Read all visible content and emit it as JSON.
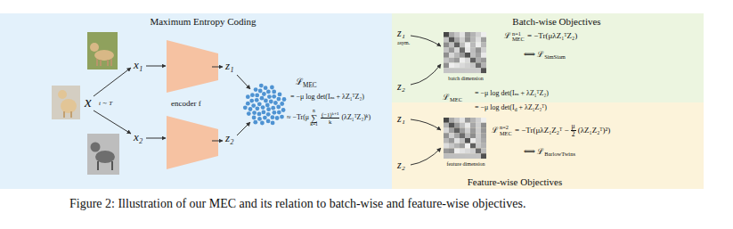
{
  "diagram": {
    "caption": "Figure 2: Illustration of our MEC and its relation to batch-wise and feature-wise objectives.",
    "nodes": [
      {
        "text": [
          "Maximum Entropy Coding"
        ]
      },
      {
        "text": [
          "Batch-wise Objectives"
        ]
      },
      {
        "text": [
          "Feature-wise Objectives"
        ]
      }
    ],
    "labels": [
      "x",
      "t ∼ T",
      "x₁",
      "x₂",
      "encoder f",
      "z₁",
      "z₂",
      "ℒ",
      "MEC",
      "= −μ log det(Iₘ + λZ₁ᵀZ₂)",
      "≈ −Tr(μ",
      "n",
      "∑",
      "k=1",
      "(−1)ᵏ⁺¹",
      "k",
      "(λZ₁ᵀZ₂)ᵏ)",
      "z₁",
      "asym.",
      "z₂",
      "batch dimension",
      "ℒ",
      "n=1",
      "MEC",
      "= −Tr(μλZ₁ᵀZ₂)",
      "⟺",
      "ℒ",
      "SimSiam",
      "ℒ",
      "MEC",
      "= −μ log det(Iₘ + λZ₁ᵀZ₂)",
      "= −μ log det(I",
      "d",
      "+ λZ₁Z₂ᵀ)",
      "z₁",
      "z₂",
      "feature dimension",
      "ℒ",
      "n=2",
      "MEC",
      "= −Tr(μλZ₁Z₂ᵀ −",
      "μ",
      "2",
      "(λZ₁Z₂ᵀ)²)",
      "⟺",
      "ℒ",
      "BarlowTwins"
    ]
  }
}
